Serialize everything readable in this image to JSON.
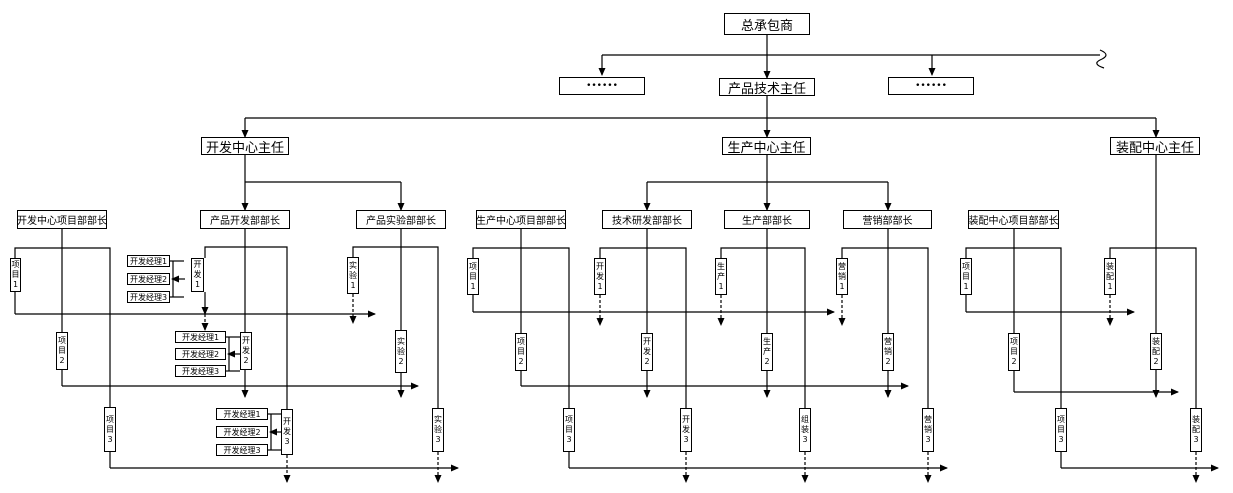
{
  "nodes": {
    "contractor": "总承包商",
    "dots_left": "••••••",
    "tech_director": "产品技术主任",
    "dots_right": "••••••",
    "dev_center": "开发中心主任",
    "prod_center": "生产中心主任",
    "asm_center": "装配中心主任",
    "dev_proj": "开发中心项目部部长",
    "prod_dev": "产品开发部部长",
    "prod_exp": "产品实验部部长",
    "prod_proj": "生产中心项目部部长",
    "tech_rd": "技术研发部部长",
    "production": "生产部部长",
    "marketing": "营销部部长",
    "asm_proj": "装配中心项目部部长"
  },
  "items": {
    "xm1": "项目1",
    "xm2": "项目2",
    "xm3": "项目3",
    "kf1": "开发1",
    "kf2": "开发2",
    "kf3": "开发3",
    "sy1": "实验1",
    "sy2": "实验2",
    "sy3": "实验3",
    "sc1": "生产1",
    "sc2": "生产2",
    "yx1": "营销1",
    "yx2": "营销2",
    "yx3": "营销3",
    "zz3": "组装3",
    "zp1": "装配1",
    "zp2": "装配2",
    "zp3": "装配3"
  },
  "managers": {
    "m1": "开发经理1",
    "m2": "开发经理2",
    "m3": "开发经理3"
  }
}
